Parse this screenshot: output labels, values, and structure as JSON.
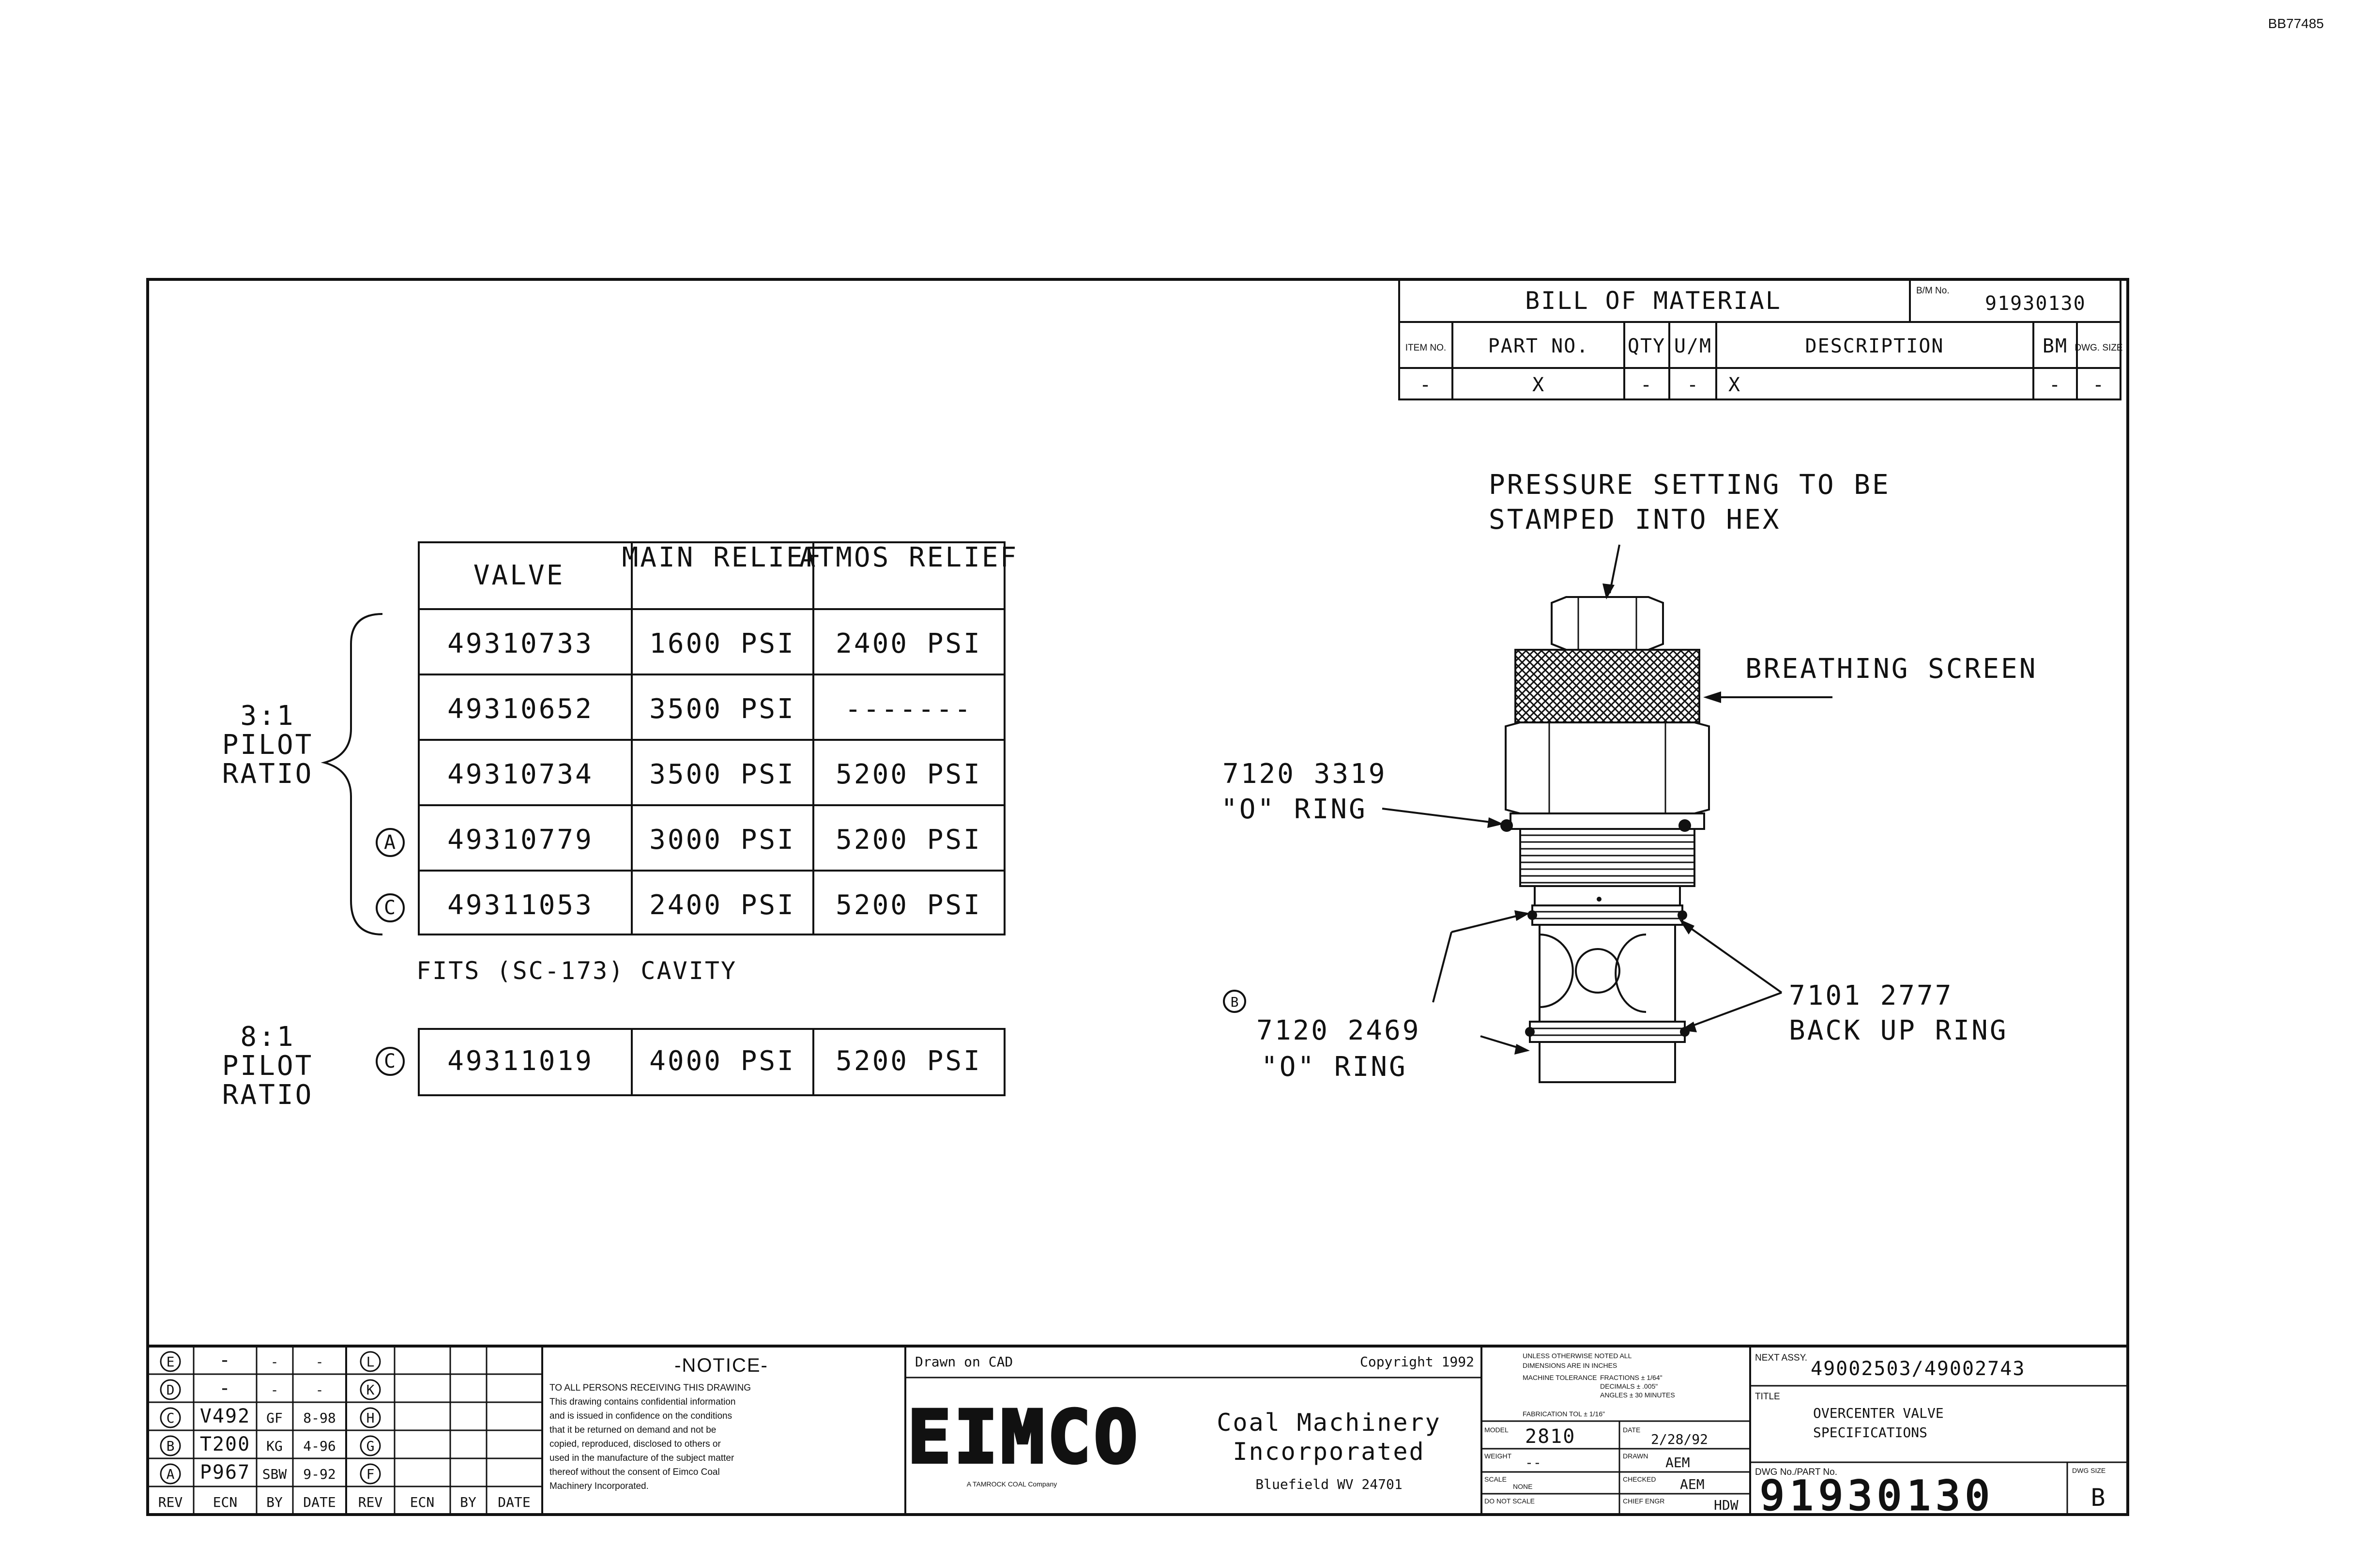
{
  "corner_ref": "BB77485",
  "bom": {
    "title": "BILL OF MATERIAL",
    "bm_no_label": "B/M No.",
    "bm_no": "91930130",
    "headers": [
      "ITEM NO.",
      "PART NO.",
      "QTY",
      "U/M",
      "DESCRIPTION",
      "BM",
      "DWG. SIZE"
    ],
    "row": [
      "-",
      "X",
      "-",
      "-",
      "X",
      "-",
      "-"
    ]
  },
  "valve_table": {
    "headers": [
      "VALVE",
      "MAIN RELIEF",
      "ATMOS RELIEF"
    ],
    "rows_31": [
      {
        "marker": "",
        "valve": "49310733",
        "main": "1600 PSI",
        "atmos": "2400 PSI"
      },
      {
        "marker": "",
        "valve": "49310652",
        "main": "3500 PSI",
        "atmos": "-------"
      },
      {
        "marker": "",
        "valve": "49310734",
        "main": "3500 PSI",
        "atmos": "5200 PSI"
      },
      {
        "marker": "A",
        "valve": "49310779",
        "main": "3000 PSI",
        "atmos": "5200 PSI"
      },
      {
        "marker": "C",
        "valve": "49311053",
        "main": "2400 PSI",
        "atmos": "5200 PSI"
      }
    ],
    "row_81": {
      "marker": "C",
      "valve": "49311019",
      "main": "4000 PSI",
      "atmos": "5200 PSI"
    },
    "group_31": [
      "3:1",
      "PILOT",
      "RATIO"
    ],
    "group_81": [
      "8:1",
      "PILOT",
      "RATIO"
    ],
    "cavity_note": "FITS (SC-173) CAVITY"
  },
  "callouts": {
    "pressure": [
      "PRESSURE SETTING TO BE",
      "STAMPED INTO HEX"
    ],
    "screen": "BREATHING SCREEN",
    "oring_top": [
      "7120 3319",
      "\"O\" RING"
    ],
    "oring_bottom_marker": "B",
    "oring_bottom": [
      "7120 2469",
      "\"O\" RING"
    ],
    "backup": [
      "7101 2777",
      "BACK UP RING"
    ]
  },
  "revisions": {
    "left": [
      {
        "rev": "E",
        "ecn": "-",
        "by": "-",
        "date": "-"
      },
      {
        "rev": "D",
        "ecn": "-",
        "by": "-",
        "date": "-"
      },
      {
        "rev": "C",
        "ecn": "V492",
        "by": "GF",
        "date": "8-98"
      },
      {
        "rev": "B",
        "ecn": "T200",
        "by": "KG",
        "date": "4-96"
      },
      {
        "rev": "A",
        "ecn": "P967",
        "by": "SBW",
        "date": "9-92"
      }
    ],
    "right_revs": [
      "L",
      "K",
      "H",
      "G",
      "F"
    ],
    "footer": [
      "REV",
      "ECN",
      "BY",
      "DATE",
      "REV",
      "ECN",
      "BY",
      "DATE"
    ]
  },
  "notice": {
    "title": "-NOTICE-",
    "lines": [
      "TO ALL PERSONS RECEIVING THIS DRAWING",
      "This drawing contains confidential information",
      "and is issued in confidence on the conditions",
      "that it be returned on demand and not be",
      "copied, reproduced, disclosed to others or",
      "used in the manufacture of the subject matter",
      "thereof without the consent of Eimco Coal",
      "Machinery Incorporated."
    ]
  },
  "company": {
    "drawn": "Drawn on CAD",
    "copyright": "Copyright 1992",
    "logo": "EIMCO",
    "name1": "Coal Machinery",
    "name2": "Incorporated",
    "location": "Bluefield WV 24701",
    "tagline": "A TAMROCK COAL Company"
  },
  "tolerance": {
    "lines": [
      "UNLESS OTHERWISE NOTED ALL",
      "DIMENSIONS ARE IN INCHES"
    ],
    "mach_label": "MACHINE TOLERANCE",
    "mach_vals": [
      "FRACTIONS ± 1/64\"",
      "DECIMALS ± .005\"",
      "ANGLES ± 30 MINUTES"
    ],
    "fab": "FABRICATION TOL ± 1/16\"",
    "model_label": "MODEL",
    "model": "2810",
    "date_label": "DATE",
    "date": "2/28/92",
    "weight_label": "WEIGHT",
    "weight": "--",
    "drawn_label": "DRAWN",
    "drawn": "AEM",
    "scale_label": "SCALE",
    "scale": "NONE",
    "checked_label": "CHECKED",
    "checked": "AEM",
    "noscale": "DO NOT SCALE",
    "chief_label": "CHIEF ENGR",
    "chief": "HDW"
  },
  "title_block": {
    "next_label": "NEXT ASSY.",
    "next": "49002503/49002743",
    "title_label": "TITLE",
    "title1": "OVERCENTER VALVE",
    "title2": "SPECIFICATIONS",
    "dwg_label": "DWG No./PART No.",
    "dwg": "91930130",
    "size_label": "DWG SIZE",
    "size": "B"
  }
}
